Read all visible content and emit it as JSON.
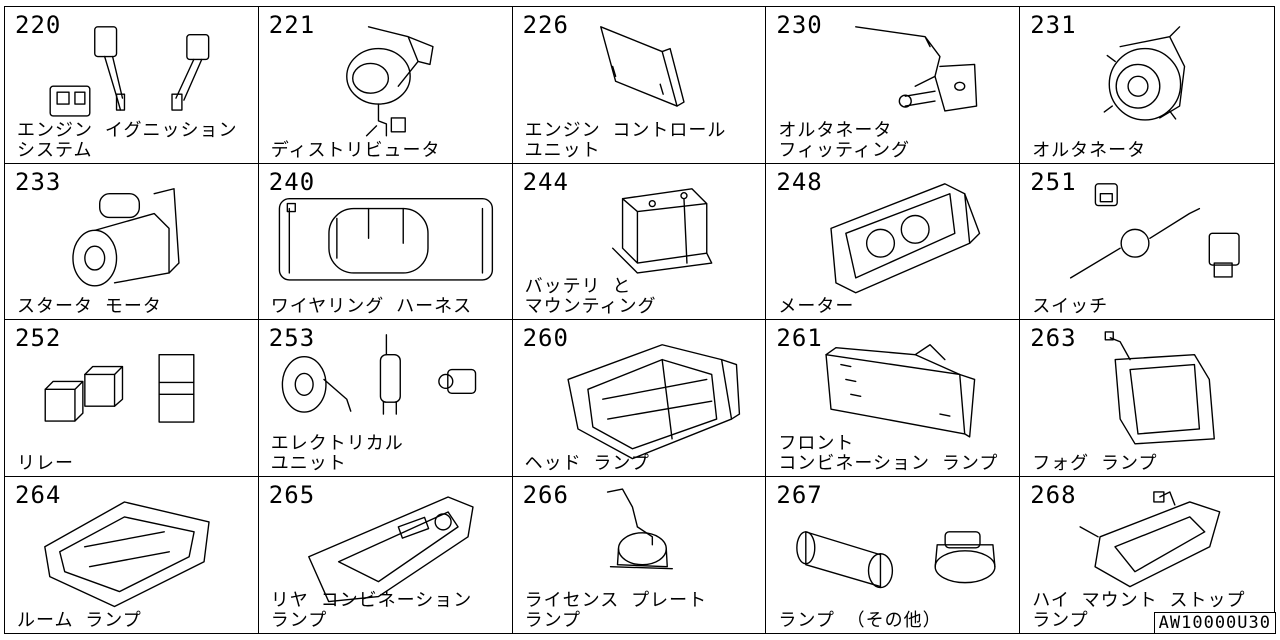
{
  "cells": [
    {
      "num": "220",
      "label": "エンジン イグニッション\nシステム",
      "icon": "ignition-parts-icon"
    },
    {
      "num": "221",
      "label": "ディストリビュータ",
      "icon": "distributor-icon"
    },
    {
      "num": "226",
      "label": "エンジン コントロール\nユニット",
      "icon": "control-unit-icon"
    },
    {
      "num": "230",
      "label": "オルタネータ\nフィッティング",
      "icon": "alternator-bracket-icon"
    },
    {
      "num": "231",
      "label": "オルタネータ",
      "icon": "alternator-icon"
    },
    {
      "num": "233",
      "label": "スタータ モータ",
      "icon": "starter-motor-icon"
    },
    {
      "num": "240",
      "label": "ワイヤリング ハーネス",
      "icon": "wiring-harness-icon"
    },
    {
      "num": "244",
      "label": "バッテリ と\nマウンティング",
      "icon": "battery-icon"
    },
    {
      "num": "248",
      "label": "メーター",
      "icon": "meter-cluster-icon"
    },
    {
      "num": "251",
      "label": "スイッチ",
      "icon": "switch-icon"
    },
    {
      "num": "252",
      "label": "リレー",
      "icon": "relay-icon"
    },
    {
      "num": "253",
      "label": "エレクトリカル\nユニット",
      "icon": "horn-unit-icon"
    },
    {
      "num": "260",
      "label": "ヘッド ランプ",
      "icon": "headlamp-icon"
    },
    {
      "num": "261",
      "label": "フロント\nコンビネーション ランプ",
      "icon": "front-combination-lamp-icon"
    },
    {
      "num": "263",
      "label": "フォグ ランプ",
      "icon": "fog-lamp-icon"
    },
    {
      "num": "264",
      "label": "ルーム ランプ",
      "icon": "room-lamp-icon"
    },
    {
      "num": "265",
      "label": "リヤ コンビネーション\nランプ",
      "icon": "rear-combination-lamp-icon"
    },
    {
      "num": "266",
      "label": "ライセンス プレート\nランプ",
      "icon": "license-plate-lamp-icon"
    },
    {
      "num": "267",
      "label": "ランプ （その他）",
      "icon": "bulb-icon"
    },
    {
      "num": "268",
      "label": "ハイ マウント ストップ\nランプ",
      "icon": "high-mount-stop-lamp-icon"
    }
  ],
  "footer_code": "AW10000U30"
}
